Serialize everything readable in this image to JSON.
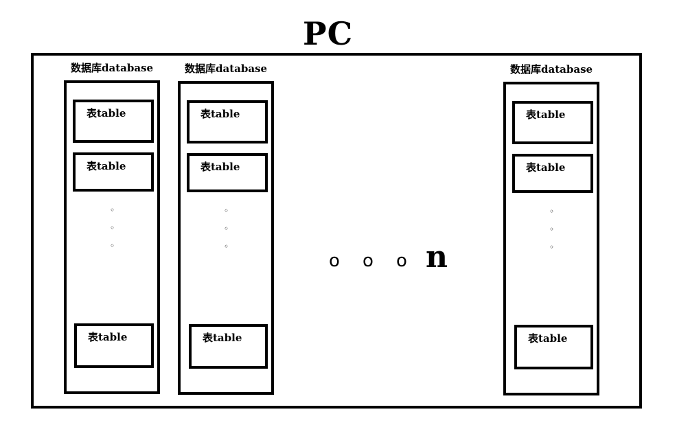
{
  "title": "PC",
  "databases": [
    {
      "label": "数据库database",
      "tables": [
        "表table",
        "表table",
        "表table"
      ],
      "ellipsis": [
        "◦",
        "◦",
        "◦"
      ]
    },
    {
      "label": "数据库database",
      "tables": [
        "表table",
        "表table",
        "表table"
      ],
      "ellipsis": [
        "◦",
        "◦",
        "◦"
      ]
    },
    {
      "label": "数据库database",
      "tables": [
        "表table",
        "表table",
        "表table"
      ],
      "ellipsis": [
        "◦",
        "◦",
        "◦"
      ]
    }
  ],
  "middle_ellipsis": [
    "o",
    "o",
    "o"
  ],
  "n_label": "n"
}
